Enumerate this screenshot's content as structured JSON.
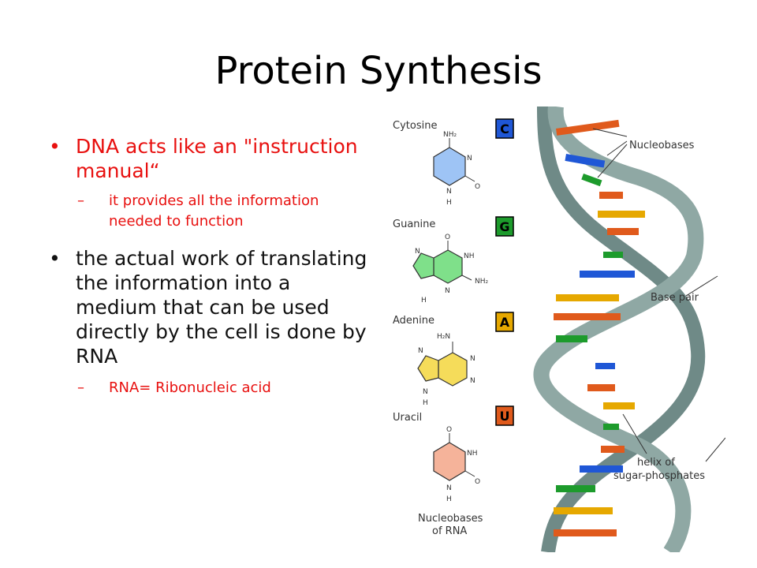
{
  "slide": {
    "title": "Protein Synthesis",
    "bullets": [
      {
        "text": "DNA acts like an \"instruction manual“",
        "color": "#e8100f"
      },
      {
        "sub": "it provides all the information needed to function",
        "color": "#e8100f"
      },
      {
        "text": "the actual work of translating the information into a medium that can be used directly by the cell is done by RNA",
        "color": "#111111"
      },
      {
        "sub": "RNA= Ribonucleic acid",
        "color": "#e8100f"
      }
    ]
  },
  "figure": {
    "nucleobases": [
      {
        "name": "Cytosine",
        "letter": "C",
        "color": "#1f57d6"
      },
      {
        "name": "Guanine",
        "letter": "G",
        "color": "#1d9b2c"
      },
      {
        "name": "Adenine",
        "letter": "A",
        "color": "#e6a800"
      },
      {
        "name": "Uracil",
        "letter": "U",
        "color": "#e05a1c"
      }
    ],
    "atoms": {
      "nh2": "NH₂",
      "nh2_sub": "NH₂",
      "nh": "NH",
      "n": "N",
      "o": "O",
      "h": "H",
      "h2n": "H₂N"
    },
    "caption_line1": "Nucleobases",
    "caption_line2": "of RNA",
    "labels": {
      "nucleobases": "Nucleobases",
      "base_pair": "Base pair",
      "helix_line1": "helix of",
      "helix_line2": "sugar-phosphates"
    }
  }
}
